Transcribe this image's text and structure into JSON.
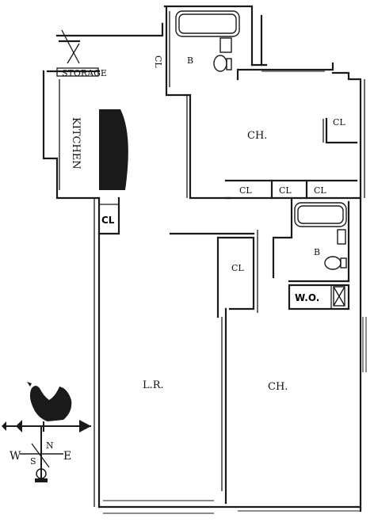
{
  "rooms": {
    "kitchen": "KITCHEN",
    "storage": "STORAGE",
    "living_room": "L.R.",
    "chamber_upper": "CH.",
    "chamber_lower": "CH.",
    "bath_upper": "B",
    "bath_lower": "B",
    "walk_in_closet": "W.O."
  },
  "closets": {
    "cl_bath_upper": "CL",
    "cl_chamber_upper": "CL",
    "cl_row_1": "CL",
    "cl_row_2": "CL",
    "cl_row_3": "CL",
    "cl_kitchen": "CL",
    "cl_living": "CL"
  },
  "compass": {
    "west": "W",
    "east": "E",
    "north": "N",
    "south": "S"
  }
}
